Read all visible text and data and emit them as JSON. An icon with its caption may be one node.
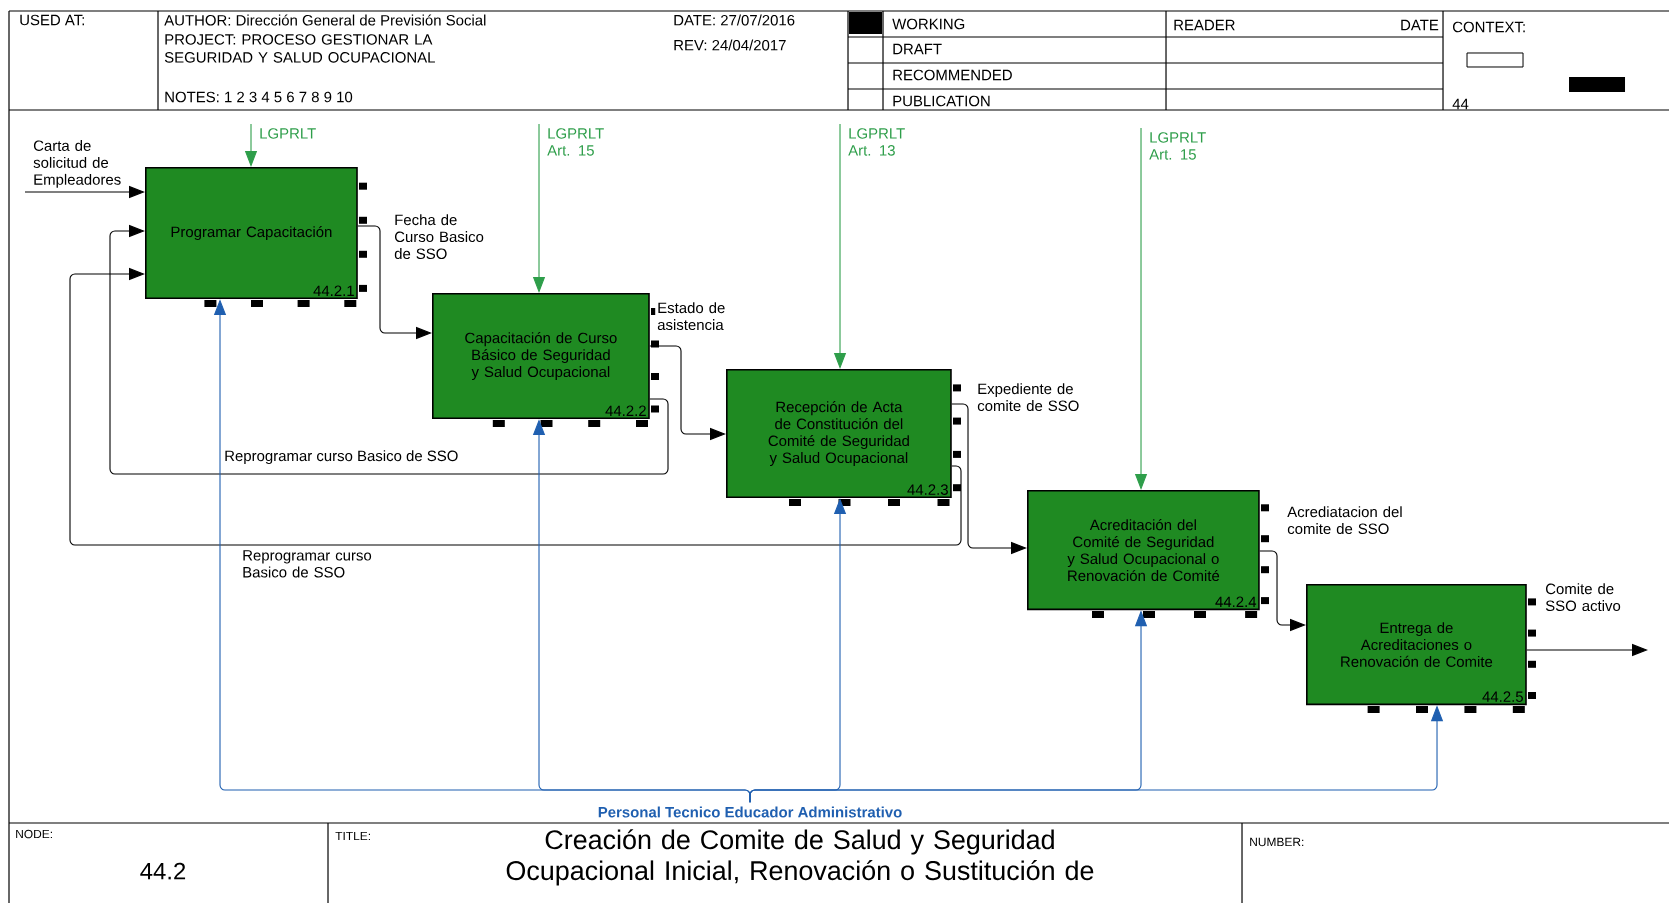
{
  "diagram": {
    "title": "Creación de Comite de Salud y Seguridad Ocupacional Inicial, Renovación o Sustitución de",
    "nodes": [
      {
        "text": [
          "Programar Capacitación",
          "44.2.1"
        ]
      },
      {
        "text": [
          "Capacitación de Curso Básico de Seguridad y Salud Ocupacional",
          "44.2.2"
        ]
      },
      {
        "text": [
          "Recepción de Acta de Constitución del Comité de Seguridad y Salud Ocupacional",
          "44.2.3"
        ]
      },
      {
        "text": [
          "Acreditación del Comité de Seguridad y Salud Ocupacional o Renovación de Comité",
          "44.2.4"
        ]
      },
      {
        "text": [
          "Entrega de Acreditaciones o Renovación de Comite",
          "44.2.5"
        ]
      },
      {
        "text": [
          "Carta de solicitud de Empleadores"
        ]
      },
      {
        "text": [
          "LGPRLT"
        ]
      },
      {
        "text": [
          "LGPRLT Art. 15"
        ]
      },
      {
        "text": [
          "LGPRLT Art. 13"
        ]
      },
      {
        "text": [
          "LGPRLT Art. 15"
        ]
      },
      {
        "text": [
          "Personal Tecnico Educador Administrativo"
        ]
      }
    ],
    "edges": [
      {
        "from": 5,
        "to": 0,
        "arrow": "to"
      },
      {
        "from": 6,
        "to": 0,
        "arrow": "to",
        "color": "#2e9e4a"
      },
      {
        "from": 7,
        "to": 1,
        "arrow": "to",
        "color": "#2e9e4a"
      },
      {
        "from": 8,
        "to": 2,
        "arrow": "to",
        "color": "#2e9e4a"
      },
      {
        "from": 9,
        "to": 3,
        "arrow": "to",
        "color": "#2e9e4a"
      },
      {
        "from": 0,
        "to": 1,
        "arrow": "to",
        "label": "Fecha de Curso Basico de SSO"
      },
      {
        "from": 1,
        "to": 2,
        "arrow": "to",
        "label": "Estado de asistencia"
      },
      {
        "from": 2,
        "to": 3,
        "arrow": "to",
        "label": "Expediente de comite de SSO"
      },
      {
        "from": 3,
        "to": 4,
        "arrow": "to",
        "label": "Acrediatacion del comite de SSO"
      },
      {
        "from": 4,
        "to": null,
        "arrow": "to",
        "label": "Comite de SSO activo"
      },
      {
        "from": 1,
        "to": 0,
        "arrow": "to",
        "label": "Reprogramar curso Basico de SSO"
      },
      {
        "from": 2,
        "to": 0,
        "arrow": "to",
        "label": "Reprogramar curso Basico de SSO"
      },
      {
        "from": 10,
        "to": 0,
        "arrow": "to",
        "color": "#1f5fb0"
      },
      {
        "from": 10,
        "to": 1,
        "arrow": "to",
        "color": "#1f5fb0"
      },
      {
        "from": 10,
        "to": 2,
        "arrow": "to",
        "color": "#1f5fb0"
      },
      {
        "from": 10,
        "to": 3,
        "arrow": "to",
        "color": "#1f5fb0"
      },
      {
        "from": 10,
        "to": 4,
        "arrow": "to",
        "color": "#1f5fb0"
      }
    ],
    "labels": [
      "USED AT:",
      "AUTHOR: Dirección General de Previsión Social",
      "DATE: 27/07/2016",
      "PROJECT: PROCESO GESTIONAR LA SEGURIDAD Y SALUD OCUPACIONAL",
      "REV: 24/04/2017",
      "NOTES: 1 2 3 4 5 6 7 8 9 10",
      "WORKING",
      "READER",
      "DATE",
      "CONTEXT:",
      "DRAFT",
      "RECOMMENDED",
      "PUBLICATION",
      "44",
      "NODE:",
      "44.2",
      "TITLE:",
      "NUMBER:"
    ]
  }
}
